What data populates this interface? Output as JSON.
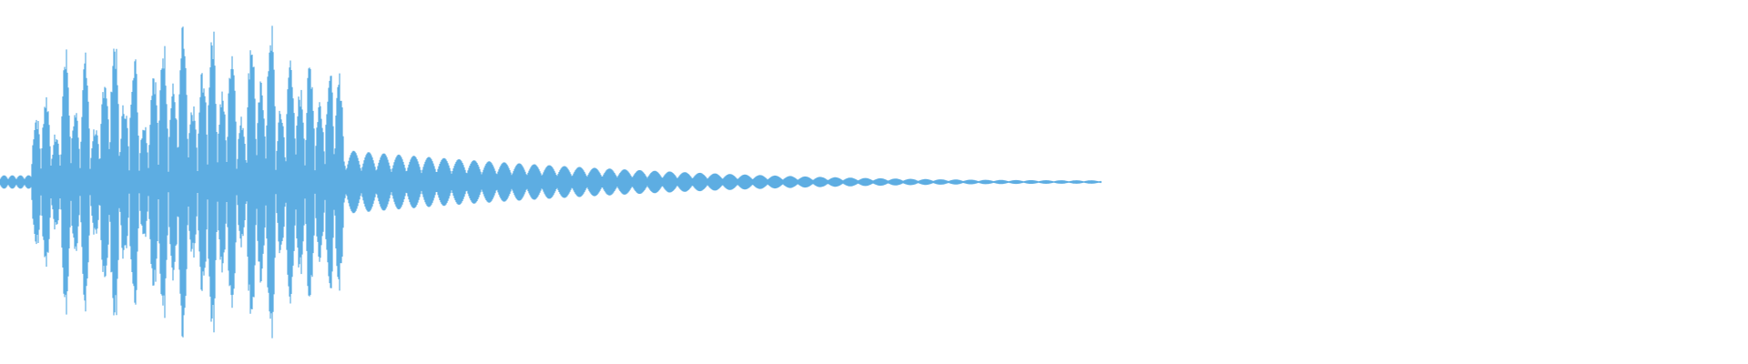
{
  "waveform": {
    "color": "#5dade2",
    "background": "#ffffff",
    "duration_fraction_filled": 0.63,
    "envelope": {
      "quiet_intro": {
        "start": 0.0,
        "end": 0.018,
        "amplitude": 0.04
      },
      "loud_section": {
        "start": 0.018,
        "end": 0.197
      },
      "decay_tail": {
        "start": 0.197,
        "end": 0.63,
        "start_amplitude": 0.18,
        "end_amplitude": 0.01
      }
    },
    "loud_peaks": [
      0.42,
      0.55,
      0.3,
      0.85,
      0.45,
      0.78,
      0.35,
      0.68,
      0.9,
      0.5,
      0.82,
      0.38,
      0.72,
      0.88,
      0.6,
      0.95,
      0.47,
      0.7,
      0.98,
      0.55,
      0.86,
      0.4,
      0.92,
      0.62,
      0.99,
      0.45,
      0.8,
      0.58,
      0.76,
      0.52,
      0.7,
      0.66
    ]
  }
}
